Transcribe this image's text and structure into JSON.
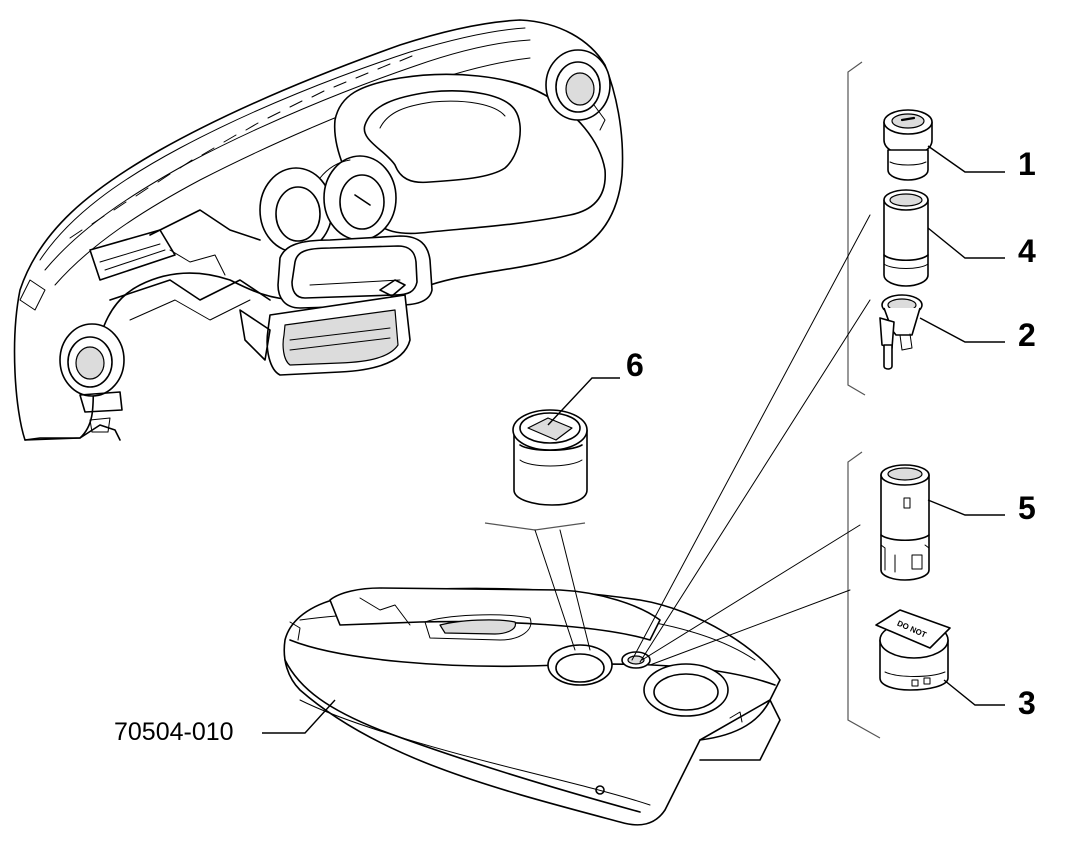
{
  "part_number": "70504-010",
  "callouts": [
    {
      "id": "1",
      "label": "1"
    },
    {
      "id": "4",
      "label": "4"
    },
    {
      "id": "2",
      "label": "2"
    },
    {
      "id": "6",
      "label": "6"
    },
    {
      "id": "5",
      "label": "5"
    },
    {
      "id": "3",
      "label": "3"
    }
  ],
  "lighter_cap_text": "DO NOT"
}
